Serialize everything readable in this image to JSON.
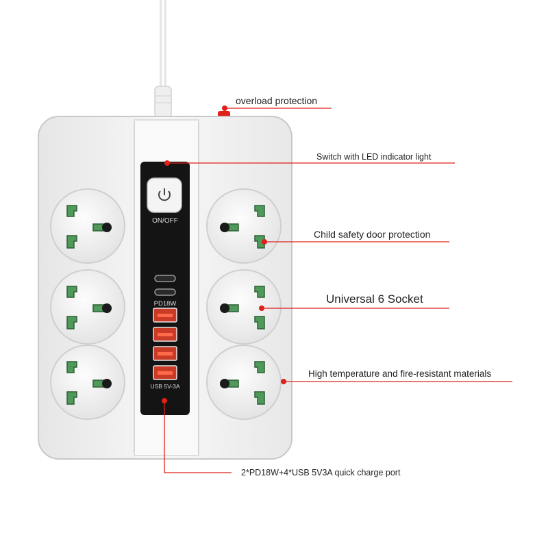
{
  "device": {
    "switch_label": "ON/OFF",
    "pd_label": "PD18W",
    "usb_label": "USB 5V-3A"
  },
  "callouts": {
    "overload": "overload protection",
    "switch_led": "Switch with LED indicator light",
    "child_safety": "Child safety door protection",
    "universal_socket": "Universal 6 Socket",
    "fire_resistant": "High temperature and fire-resistant materials",
    "charge_port": "2*PD18W+4*USB 5V3A quick charge port"
  },
  "colors": {
    "body": "#f2f2f2",
    "socket_insert": "#4f9a5a",
    "panel": "#141414",
    "usb_port": "#d8402c",
    "leader_line": "#e0201a"
  }
}
